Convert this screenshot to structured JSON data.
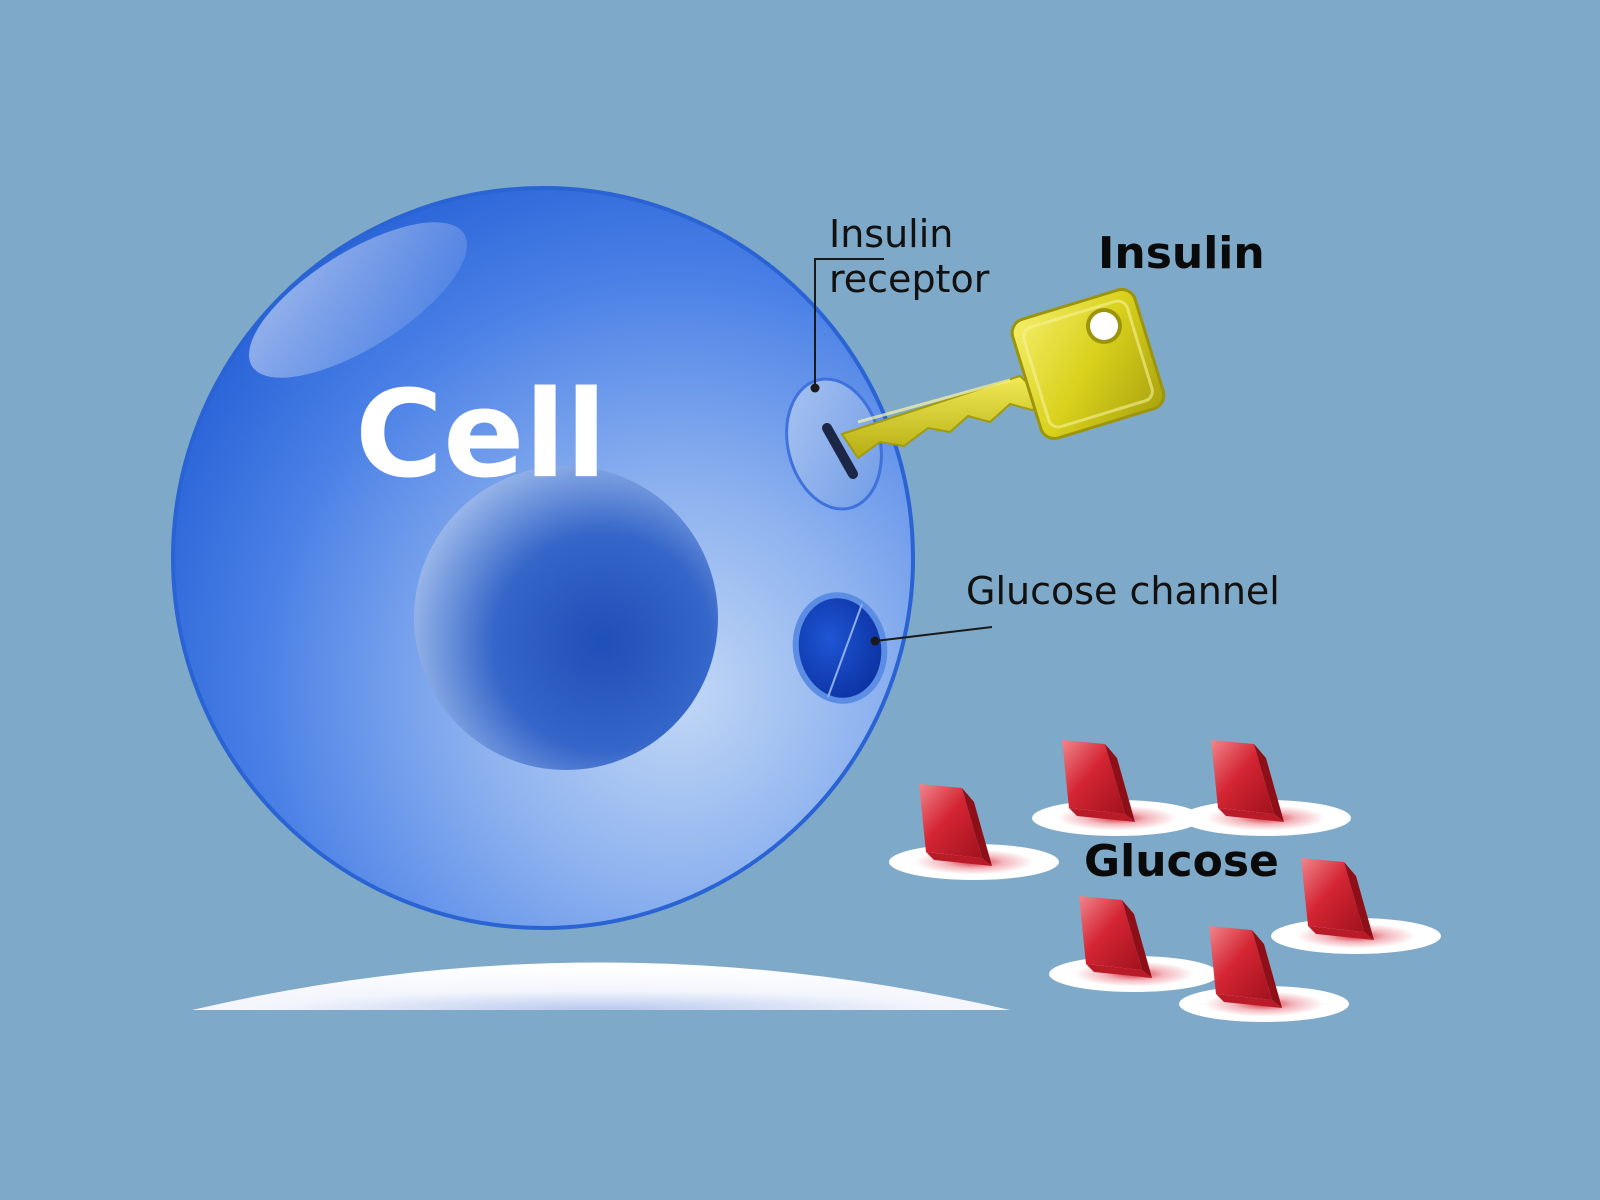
{
  "colors": {
    "background": "#7fa9c8",
    "cell": "#2f6fe0",
    "nucleus": "#2559c4",
    "key": "#d6d11e",
    "glucose": "#c8202c",
    "ground": "#ffffff"
  },
  "labels": {
    "cell": "Cell",
    "insulin_receptor_line1": "Insulin",
    "insulin_receptor_line2": "receptor",
    "insulin": "Insulin",
    "glucose_channel": "Glucose channel",
    "glucose": "Glucose"
  },
  "icons": {
    "insulin": "key-icon",
    "glucose": "glucose-molecule-icon"
  }
}
